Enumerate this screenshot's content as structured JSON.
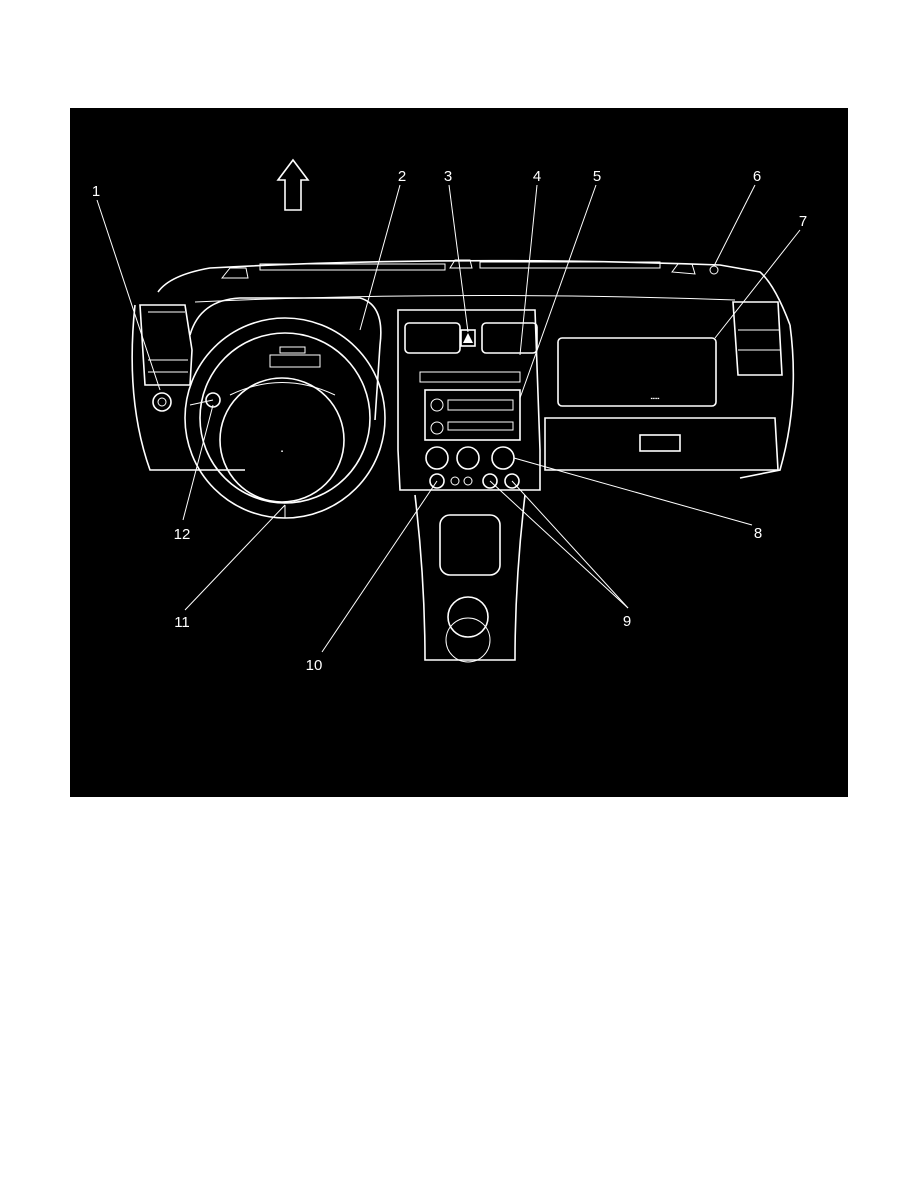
{
  "callouts": [
    {
      "number": "1"
    },
    {
      "number": "2"
    },
    {
      "number": "3"
    },
    {
      "number": "4"
    },
    {
      "number": "5"
    },
    {
      "number": "6"
    },
    {
      "number": "7"
    },
    {
      "number": "8"
    },
    {
      "number": "9"
    },
    {
      "number": "10"
    },
    {
      "number": "11"
    },
    {
      "number": "12"
    }
  ],
  "colors": {
    "background": "#000000",
    "linework": "#ffffff",
    "page": "#ffffff"
  },
  "icons": {
    "direction_arrow": "up-arrow-icon",
    "hazard_button": "warning-triangle-icon"
  }
}
